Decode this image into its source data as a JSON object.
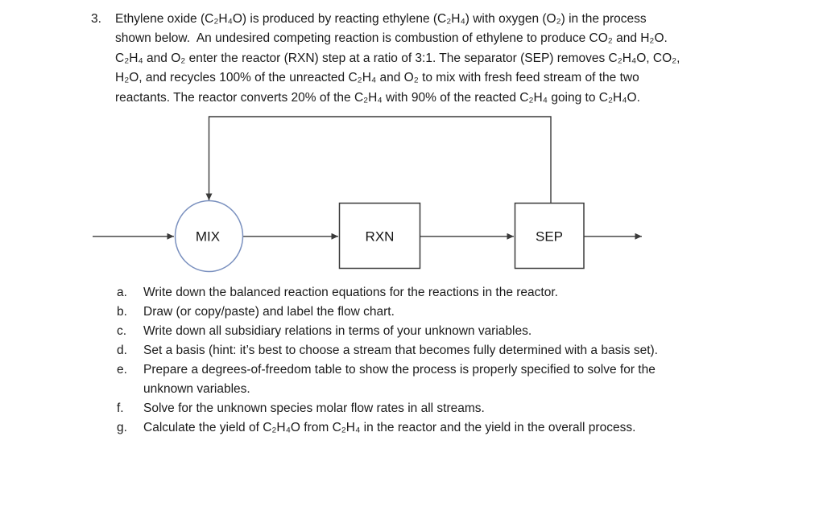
{
  "colors": {
    "page_bg": "#ffffff",
    "text": "#1b1b1b",
    "line": "#3a3a3a",
    "mix_border": "#7b91bf"
  },
  "problem": {
    "number": "3.",
    "lines": [
      "Ethylene oxide (C₂H₄O) is produced by reacting ethylene (C₂H₄) with oxygen (O₂) in the process",
      "shown below.  An undesired competing reaction is combustion of ethylene to produce CO₂ and H₂O.",
      "C₂H₄ and O₂ enter the reactor (RXN) step at a ratio of 3:1. The separator (SEP) removes C₂H₄O, CO₂,",
      "H₂O, and recycles 100% of the unreacted C₂H₄ and O₂ to mix with fresh feed stream of the two",
      "reactants. The reactor converts 20% of the C₂H₄ with 90% of the reacted C₂H₄ going to C₂H₄O."
    ]
  },
  "diagram": {
    "mix_label": "MIX",
    "rxn_label": "RXN",
    "sep_label": "SEP"
  },
  "tasks": [
    {
      "letter": "a.",
      "text": "Write down the balanced reaction equations for the reactions in the reactor."
    },
    {
      "letter": "b.",
      "text": "Draw (or copy/paste) and label the flow chart."
    },
    {
      "letter": "c.",
      "text": "Write down all subsidiary relations in terms of your unknown variables."
    },
    {
      "letter": "d.",
      "text": "Set a basis (hint: it’s best to choose a stream that becomes fully determined with a basis set)."
    },
    {
      "letter": "e.",
      "text": "Prepare a degrees-of-freedom table to show the process is properly specified to solve for the",
      "text2": "unknown variables."
    },
    {
      "letter": "f.",
      "text": "Solve for the unknown species molar flow rates in all streams."
    },
    {
      "letter": "g.",
      "text": "Calculate the yield of C₂H₄O from C₂H₄ in the reactor and the yield in the overall process."
    }
  ]
}
